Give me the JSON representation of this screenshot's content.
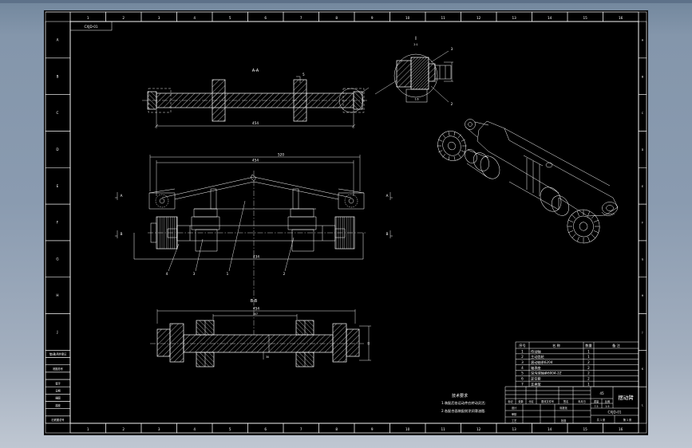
{
  "canvas": {
    "bg_top": "#7e92a8",
    "bg_bottom": "#c0c8d3",
    "sheet_color": "#000000",
    "line_color": "#ffffff"
  },
  "border": {
    "corner_label": "CXJD-01",
    "columns": [
      "1",
      "2",
      "3",
      "4",
      "5",
      "6",
      "7",
      "8",
      "9",
      "10",
      "11",
      "12",
      "13",
      "14",
      "15",
      "16"
    ],
    "rows": [
      "A",
      "B",
      "C",
      "D",
      "E",
      "F",
      "G",
      "H",
      "J",
      "K",
      "L"
    ],
    "aux_blocks": [
      "借(通)用件登记",
      "",
      "底图总号",
      "",
      "签字",
      "日期",
      "描图",
      "描校",
      "",
      "旧底图总号"
    ]
  },
  "views": {
    "section_a": {
      "label": "A-A",
      "dim_length": "454",
      "callout": "5"
    },
    "front": {
      "dim_outer": "520",
      "dim_inner": "454",
      "dim_bottom": "434",
      "balloons": [
        "4",
        "3",
        "1",
        "2"
      ],
      "marks": {
        "upper_left": "A",
        "lower_left": "B",
        "upper_right": "A",
        "lower_right": "B"
      }
    },
    "section_b": {
      "label": "B-B",
      "dim_outer": "454",
      "dim_inner": "307",
      "dim_right": "40",
      "dim_center": "30"
    },
    "detail": {
      "label": "I",
      "scale": "2:1",
      "balloon_top": "3",
      "balloon_bottom": "2",
      "note": "1.6"
    }
  },
  "notes": {
    "title": "技术要求",
    "lines": [
      "1.装配后各运动件应转动灵活;",
      "2.各配合面装配前涂润滑油脂."
    ]
  },
  "bom": {
    "headers": [
      "序号",
      "名 称",
      "数量",
      "备 注"
    ],
    "rows": [
      [
        "1",
        "传动轴",
        "1",
        ""
      ],
      [
        "2",
        "主动齿轮",
        "1",
        ""
      ],
      [
        "3",
        "滚动轴承6204",
        "2",
        ""
      ],
      [
        "4",
        "轴承座",
        "2",
        ""
      ],
      [
        "5",
        "深沟球轴承6004-2Z",
        "2",
        ""
      ],
      [
        "6",
        "定位套",
        "2",
        ""
      ],
      [
        "7",
        "支承架",
        "1",
        ""
      ]
    ]
  },
  "title_block": {
    "rev_headers": [
      "标记",
      "处数",
      "分区",
      "更改文件号",
      "签名",
      "年月日"
    ],
    "design": "设计",
    "check": "审核",
    "process": "工艺",
    "standard": "标准化",
    "approve": "批准",
    "material": "45",
    "weight_label": "重量",
    "scale_label": "比例",
    "weight": "7.5",
    "scale": "1:5",
    "name": "摆动臂",
    "drawing_no": "CXJD-01",
    "sheet_total": "共 1 张",
    "sheet_no": "第 1 张"
  }
}
